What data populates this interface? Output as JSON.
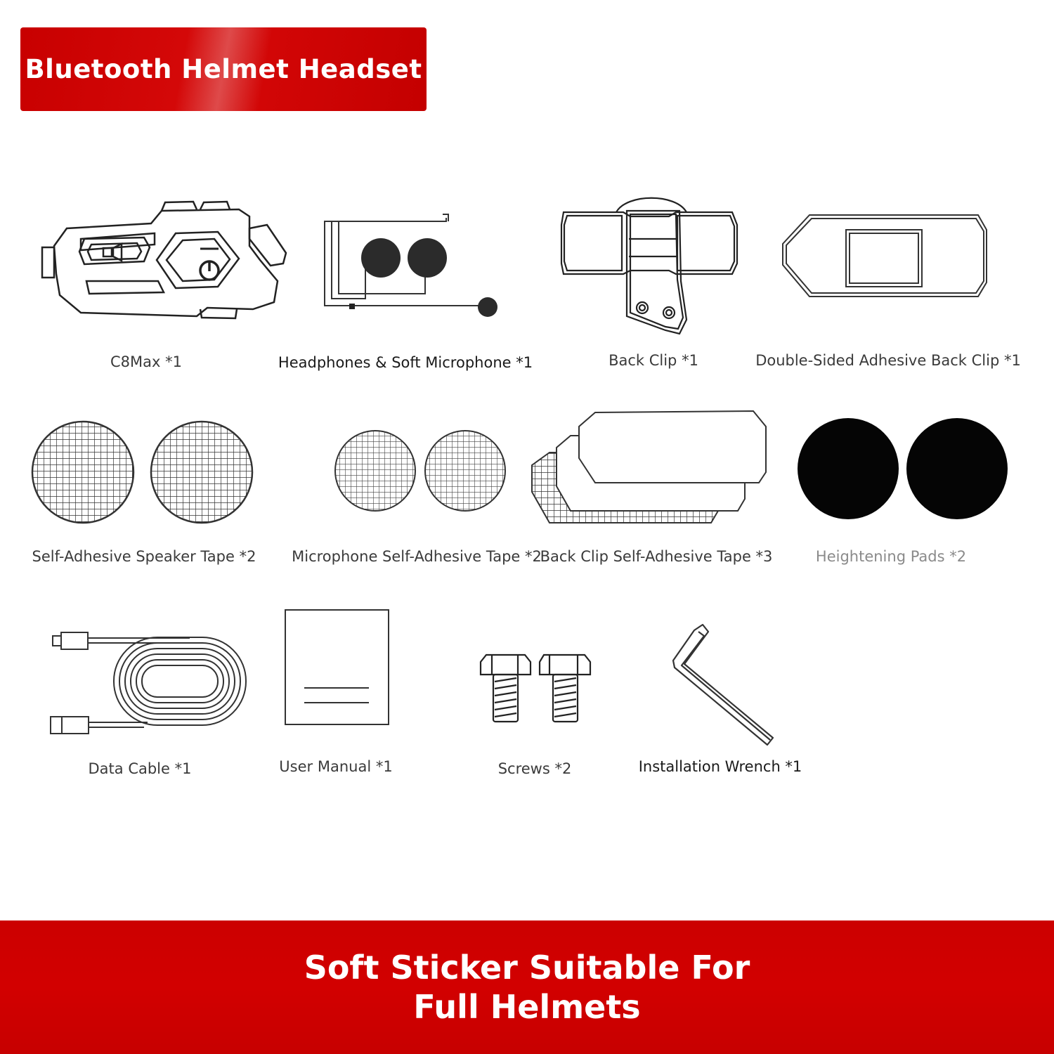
{
  "header": {
    "title": "Bluetooth Helmet Headset"
  },
  "items": [
    {
      "name": "C8Max *1"
    },
    {
      "name": "Headphones & Soft Microphone *1"
    },
    {
      "name": "Back Clip *1"
    },
    {
      "name": "Double-Sided Adhesive Back Clip *1"
    },
    {
      "name": "Self-Adhesive Speaker Tape *2"
    },
    {
      "name": "Microphone Self-Adhesive Tape *2"
    },
    {
      "name": "Back Clip Self-Adhesive Tape *3"
    },
    {
      "name": "Heightening Pads *2"
    },
    {
      "name": "Data Cable *1"
    },
    {
      "name": "User Manual *1"
    },
    {
      "name": "Screws *2"
    },
    {
      "name": "Installation Wrench *1"
    }
  ],
  "footer": {
    "slogan": "Soft Sticker Suitable For Full Helmets"
  }
}
